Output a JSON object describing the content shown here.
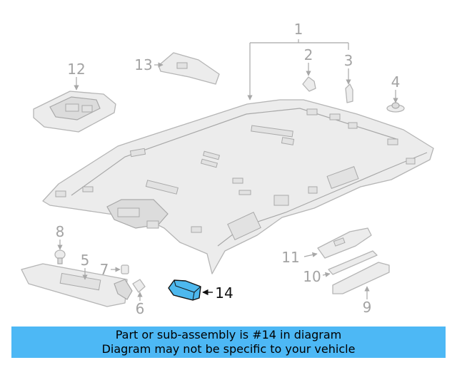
{
  "callouts": [
    {
      "id": "1",
      "text": "1",
      "highlight": false
    },
    {
      "id": "2",
      "text": "2",
      "highlight": false
    },
    {
      "id": "3",
      "text": "3",
      "highlight": false
    },
    {
      "id": "4",
      "text": "4",
      "highlight": false
    },
    {
      "id": "5",
      "text": "5",
      "highlight": false
    },
    {
      "id": "6",
      "text": "6",
      "highlight": false
    },
    {
      "id": "7",
      "text": "7",
      "highlight": false
    },
    {
      "id": "8",
      "text": "8",
      "highlight": false
    },
    {
      "id": "9",
      "text": "9",
      "highlight": false
    },
    {
      "id": "10",
      "text": "10",
      "highlight": false
    },
    {
      "id": "11",
      "text": "11",
      "highlight": false
    },
    {
      "id": "12",
      "text": "12",
      "highlight": false
    },
    {
      "id": "13",
      "text": "13",
      "highlight": false
    },
    {
      "id": "14",
      "text": "14",
      "highlight": true
    }
  ],
  "colors": {
    "highlight_part": "#4db8ee",
    "banner_background": "#4db8f5",
    "line_art": "#b5b5b5"
  },
  "banner": {
    "line1": "Part or sub-assembly is #14 in diagram",
    "line2": "Diagram may not be specific to your vehicle"
  }
}
